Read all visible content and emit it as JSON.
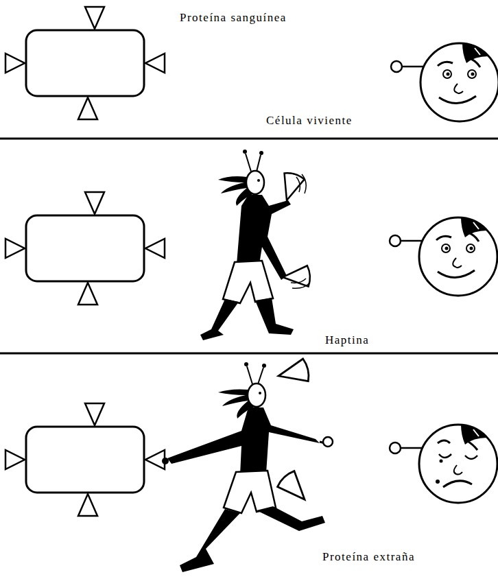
{
  "diagram": {
    "labels": [
      "Proteína sanguínea",
      "Célula viviente",
      "Haptina",
      "Proteína extraña"
    ]
  }
}
